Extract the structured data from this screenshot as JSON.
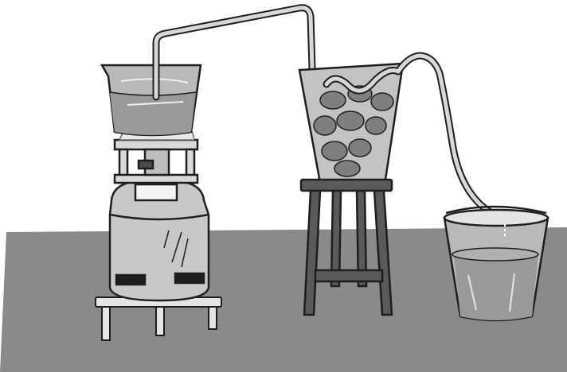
{
  "scene": {
    "colors": {
      "background": "#ffffff",
      "table_top": "#8a8a8a",
      "outline": "#1e1e1e",
      "cylinder": "#c8c8c8",
      "glass": "#b9b9b9",
      "water": "#9a9a9a",
      "ice": "#7f7f7f",
      "stool": "#5a5a5a",
      "flame": "#e8e8e8"
    },
    "objects": [
      "gas-cylinder",
      "burner-stand",
      "beaker-of-water",
      "delivery-tube",
      "ice-container",
      "coiled-tube",
      "wooden-stool",
      "collecting-bucket"
    ]
  }
}
